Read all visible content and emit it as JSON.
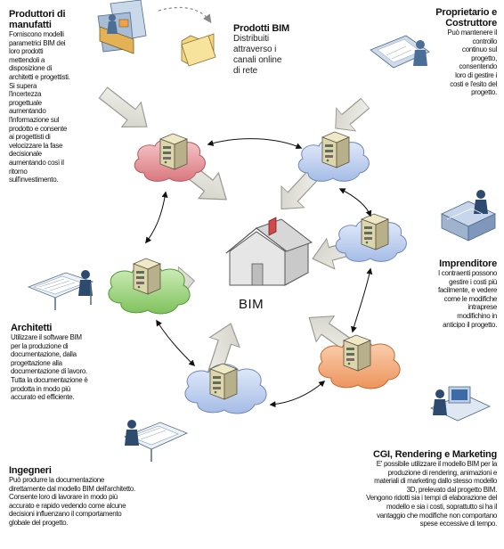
{
  "center": {
    "label": "BIM"
  },
  "produttori": {
    "title": "Produttori di manufatti",
    "lines": [
      "Forniscono modelli",
      "parametrici BIM dei",
      "loro prodotti",
      "mettendoli a",
      "disposizione di",
      "architetti e progettisti.",
      "Si supera",
      "l'incertezza",
      "progettuale",
      "aumentando",
      "l'informazione sul",
      "prodotto e consente",
      "ai progettisti di",
      "velocizzare la fase",
      "decisionale",
      "aumentando così il",
      "ritorno",
      "sull'investimento."
    ]
  },
  "prodotti_bim": {
    "title": "Prodotti BIM",
    "lines": [
      "Distribuiti",
      "attraverso i",
      "canali online",
      "di rete"
    ]
  },
  "proprietario": {
    "title_lines": [
      "Proprietario e",
      "Costruttore"
    ],
    "lines": [
      "Può mantenere il",
      "controllo",
      "continuo sul",
      "progetto,",
      "consentendo",
      "loro di gestire i",
      "costi e l'esito del",
      "progetto."
    ]
  },
  "imprenditore": {
    "title": "Imprenditore",
    "lines": [
      "I contraenti possono",
      "gestire i costi più",
      "facilmente, e vedere",
      "come le modifiche",
      "intraprese",
      "modifichino in",
      "anticipo il progetto."
    ]
  },
  "architetti": {
    "title": "Architetti",
    "lines": [
      "Utilizzare il software BIM",
      "per la produzione di",
      "documentazione, dalla",
      "progettazione alla",
      "documentazione di lavoro.",
      "Tutta la documentazione è",
      "prodotta in modo più",
      "accurato ed efficiente."
    ]
  },
  "ingegneri": {
    "title": "Ingegneri",
    "lines": [
      "Può produrre la documentazione",
      "direttamente dal modello BIM dell'architetto.",
      "Consente loro di lavorare in modo più",
      "accurato e rapido vedendo come alcune",
      "decisioni influenzano il comportamento",
      "globale del progetto."
    ]
  },
  "cgi": {
    "title": "CGI, Rendering e Marketing",
    "lines": [
      "E' possibile utilizzare il modello BIM per la",
      "produzione di rendering, animazioni e",
      "materiali di marketing dallo stesso modello",
      "3D, prelevato dal progetto BIM.",
      "Vengono ridotti sia i tempi di elaborazione del",
      "modello e sia i costi, soprattutto si ha il",
      "vantaggio che modifiche non comportano",
      "spese eccessive di tempo."
    ]
  },
  "colors": {
    "cloud_pink": "#e9a2a6",
    "cloud_blue": "#c3d3ef",
    "cloud_green": "#a9d98b",
    "cloud_orange": "#f4b286",
    "arrow_fill": "#e6e6df",
    "server_body": "#ddd6ad",
    "folder": "#f3d680",
    "house": "#e4e4e4",
    "roof_chimney": "#d04a4a"
  },
  "icons": [
    "factory-icon",
    "folder-icon",
    "architect-desk-icon",
    "server-icon",
    "blueprint-icon",
    "house-icon",
    "cloud-icon",
    "arrow-icon"
  ]
}
